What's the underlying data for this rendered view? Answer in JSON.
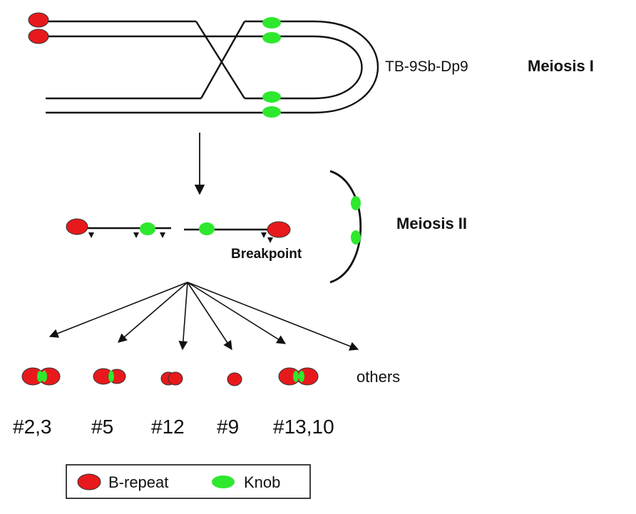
{
  "labels": {
    "chromosome": "TB-9Sb-Dp9",
    "meiosis1": "Meiosis I",
    "meiosis2": "Meiosis II",
    "breakpoint": "Breakpoint"
  },
  "products": [
    {
      "id": "p1",
      "label": "#2,3"
    },
    {
      "id": "p2",
      "label": "#5"
    },
    {
      "id": "p3",
      "label": "#12"
    },
    {
      "id": "p4",
      "label": "#9"
    },
    {
      "id": "p5",
      "label": "#13,10"
    },
    {
      "id": "p6",
      "label": "others"
    }
  ],
  "legend": {
    "b_repeat": "B-repeat",
    "knob": "Knob"
  },
  "colors": {
    "b_repeat": "#e8191c",
    "knob": "#2ee82e",
    "line": "#111111"
  }
}
